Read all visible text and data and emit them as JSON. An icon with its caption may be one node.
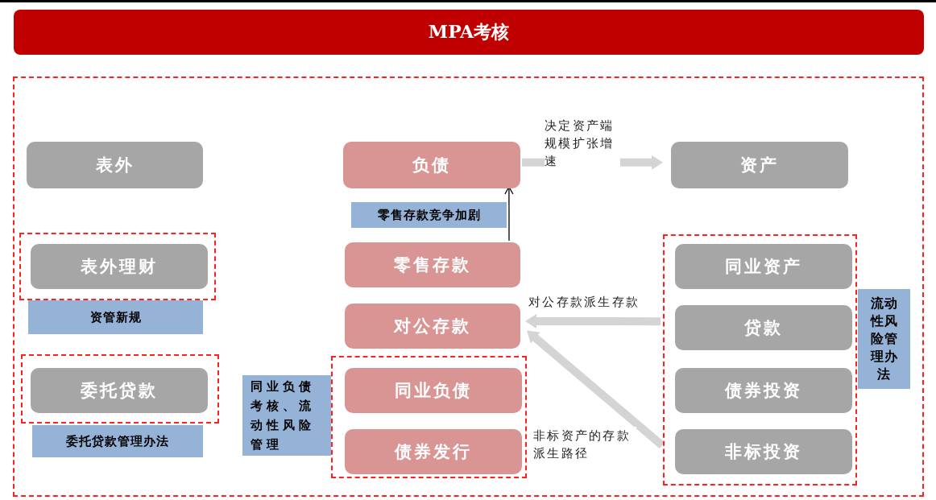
{
  "diagram": {
    "nodes": [
      {
        "text": [
          "MPA考核"
        ]
      },
      {
        "text": [],
        "shape": "box"
      },
      {
        "text": [
          "表外"
        ],
        "in": 1
      },
      {
        "text": [
          "负债"
        ],
        "in": 1
      },
      {
        "text": [
          "资产"
        ],
        "in": 1
      },
      {
        "text": [
          "零售存款竞争加剧"
        ],
        "in": 1
      },
      {
        "text": [],
        "shape": "box",
        "in": 1
      },
      {
        "text": [
          "表外理财"
        ],
        "in": 6
      },
      {
        "text": [],
        "shape": "box",
        "in": 1
      },
      {
        "text": [
          "零售存款"
        ],
        "in": 1
      },
      {
        "text": [
          "同业资产"
        ],
        "in": 8
      },
      {
        "text": [
          "资管新规"
        ],
        "in": 1
      },
      {
        "text": [
          "对公存款"
        ],
        "in": 1
      },
      {
        "text": [
          "贷款"
        ],
        "in": 8
      },
      {
        "text": [
          "流动性风险管理办法"
        ],
        "in": 1
      },
      {
        "text": [],
        "shape": "box",
        "in": 1
      },
      {
        "text": [
          "委托贷款"
        ],
        "in": 15
      },
      {
        "text": [],
        "shape": "box",
        "in": 1
      },
      {
        "text": [
          "同业负债"
        ],
        "in": 17
      },
      {
        "text": [
          "同业负债考核、流动性风险管理"
        ],
        "in": 1
      },
      {
        "text": [
          "债券发行"
        ],
        "in": 17
      },
      {
        "text": [
          "债券投资"
        ],
        "in": 8
      },
      {
        "text": [
          "委托贷款管理办法"
        ],
        "in": 1
      },
      {
        "text": [
          "非标投资"
        ],
        "in": 8
      }
    ],
    "edges": [
      {
        "from": 9,
        "to": 3,
        "arrow": "to",
        "color": "#000000"
      },
      {
        "from": 3,
        "to": 4,
        "arrow": "to",
        "label": "决定资产端规模扩张增速"
      },
      {
        "from": 8,
        "to": 12,
        "arrow": "to",
        "label": "对公存款派生存款"
      },
      {
        "from": 23,
        "to": 12,
        "arrow": "to",
        "label": "非标资产的存款派生路径"
      }
    ]
  }
}
